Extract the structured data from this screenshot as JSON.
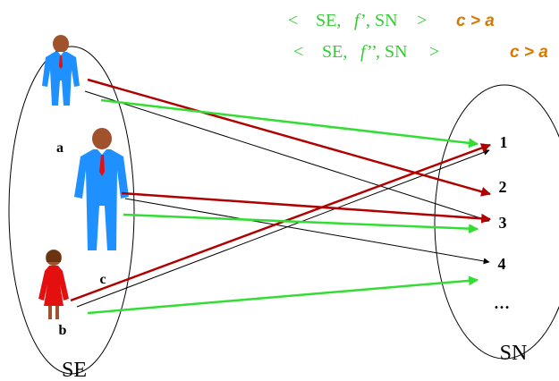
{
  "header": {
    "line1": {
      "open": "<",
      "se": "SE,",
      "f": "f",
      "prime": "’",
      "sn": ", SN",
      "close": ">",
      "cond": "c > a"
    },
    "line2": {
      "open": "<",
      "se": "SE,",
      "f": "f",
      "prime": "’’",
      "sn": ", SN",
      "close": ">",
      "cond": "c > a"
    }
  },
  "se_set": {
    "label": "SE",
    "persons": [
      {
        "id": "a",
        "label": "a"
      },
      {
        "id": "c",
        "label": "c"
      },
      {
        "id": "b",
        "label": "b"
      }
    ]
  },
  "sn_set": {
    "label": "SN",
    "items": [
      "1",
      "2",
      "3",
      "4",
      "…"
    ]
  },
  "mappings": {
    "black": [
      [
        "a",
        "3"
      ],
      [
        "c",
        "4"
      ],
      [
        "b",
        "1"
      ]
    ],
    "red": [
      [
        "a",
        "2"
      ],
      [
        "c",
        "3"
      ],
      [
        "b",
        "1"
      ]
    ],
    "green": [
      [
        "a",
        "1"
      ],
      [
        "c",
        "3"
      ],
      [
        "b",
        "4"
      ]
    ]
  },
  "colors": {
    "red_arrow": "#b00000",
    "green_arrow": "#33dd33",
    "black_arrow": "#000000",
    "cond_orange": "#d87a00",
    "header_green": "#33cc33",
    "suit_blue": "#1e90ff",
    "dress_red": "#e41010",
    "skin_brown": "#a0522d"
  }
}
